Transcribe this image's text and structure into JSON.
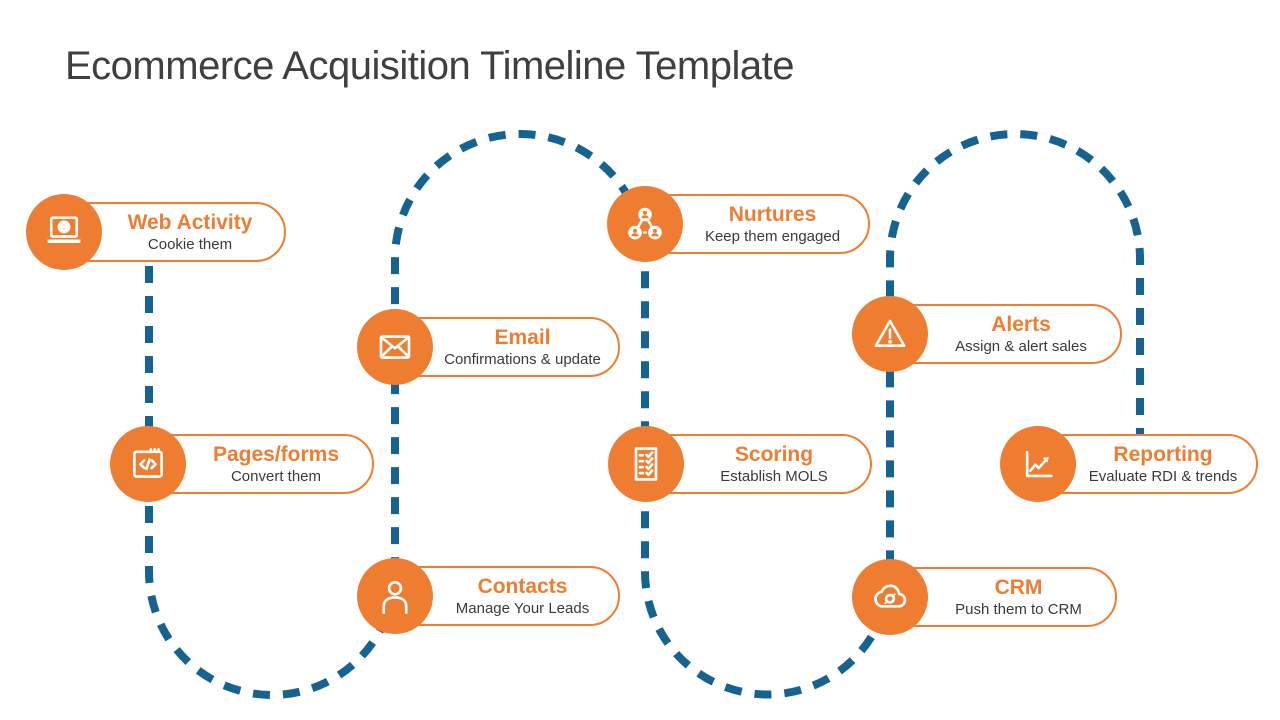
{
  "slide": {
    "title": "Ecommerce Acquisition Timeline Template"
  },
  "colors": {
    "accent_orange": "#EE7D31",
    "timeline_blue": "#166391",
    "title_gray": "#3F3F3F",
    "subtitle_gray": "#3A3A3A",
    "background": "#FFFFFF"
  },
  "timeline": {
    "style": "dashed serpentine path",
    "order": [
      "Web Activity",
      "Pages/forms",
      "Contacts",
      "Email",
      "Nurtures",
      "Scoring",
      "CRM",
      "Alerts",
      "Reporting"
    ]
  },
  "nodes": [
    {
      "id": "web-activity",
      "title": "Web Activity",
      "subtitle": "Cookie them",
      "icon": "laptop-globe-icon"
    },
    {
      "id": "pages-forms",
      "title": "Pages/forms",
      "subtitle": "Convert them",
      "icon": "code-window-icon"
    },
    {
      "id": "contacts",
      "title": "Contacts",
      "subtitle": "Manage Your Leads",
      "icon": "person-icon"
    },
    {
      "id": "email",
      "title": "Email",
      "subtitle": "Confirmations & update",
      "icon": "envelope-icon"
    },
    {
      "id": "nurtures",
      "title": "Nurtures",
      "subtitle": "Keep them engaged",
      "icon": "people-network-icon"
    },
    {
      "id": "scoring",
      "title": "Scoring",
      "subtitle": "Establish MOLS",
      "icon": "checklist-icon"
    },
    {
      "id": "crm",
      "title": "CRM",
      "subtitle": "Push them to CRM",
      "icon": "cloud-sync-icon"
    },
    {
      "id": "alerts",
      "title": "Alerts",
      "subtitle": "Assign & alert sales",
      "icon": "warning-triangle-icon"
    },
    {
      "id": "reporting",
      "title": "Reporting",
      "subtitle": "Evaluate RDI & trends",
      "icon": "chart-trend-icon"
    }
  ]
}
